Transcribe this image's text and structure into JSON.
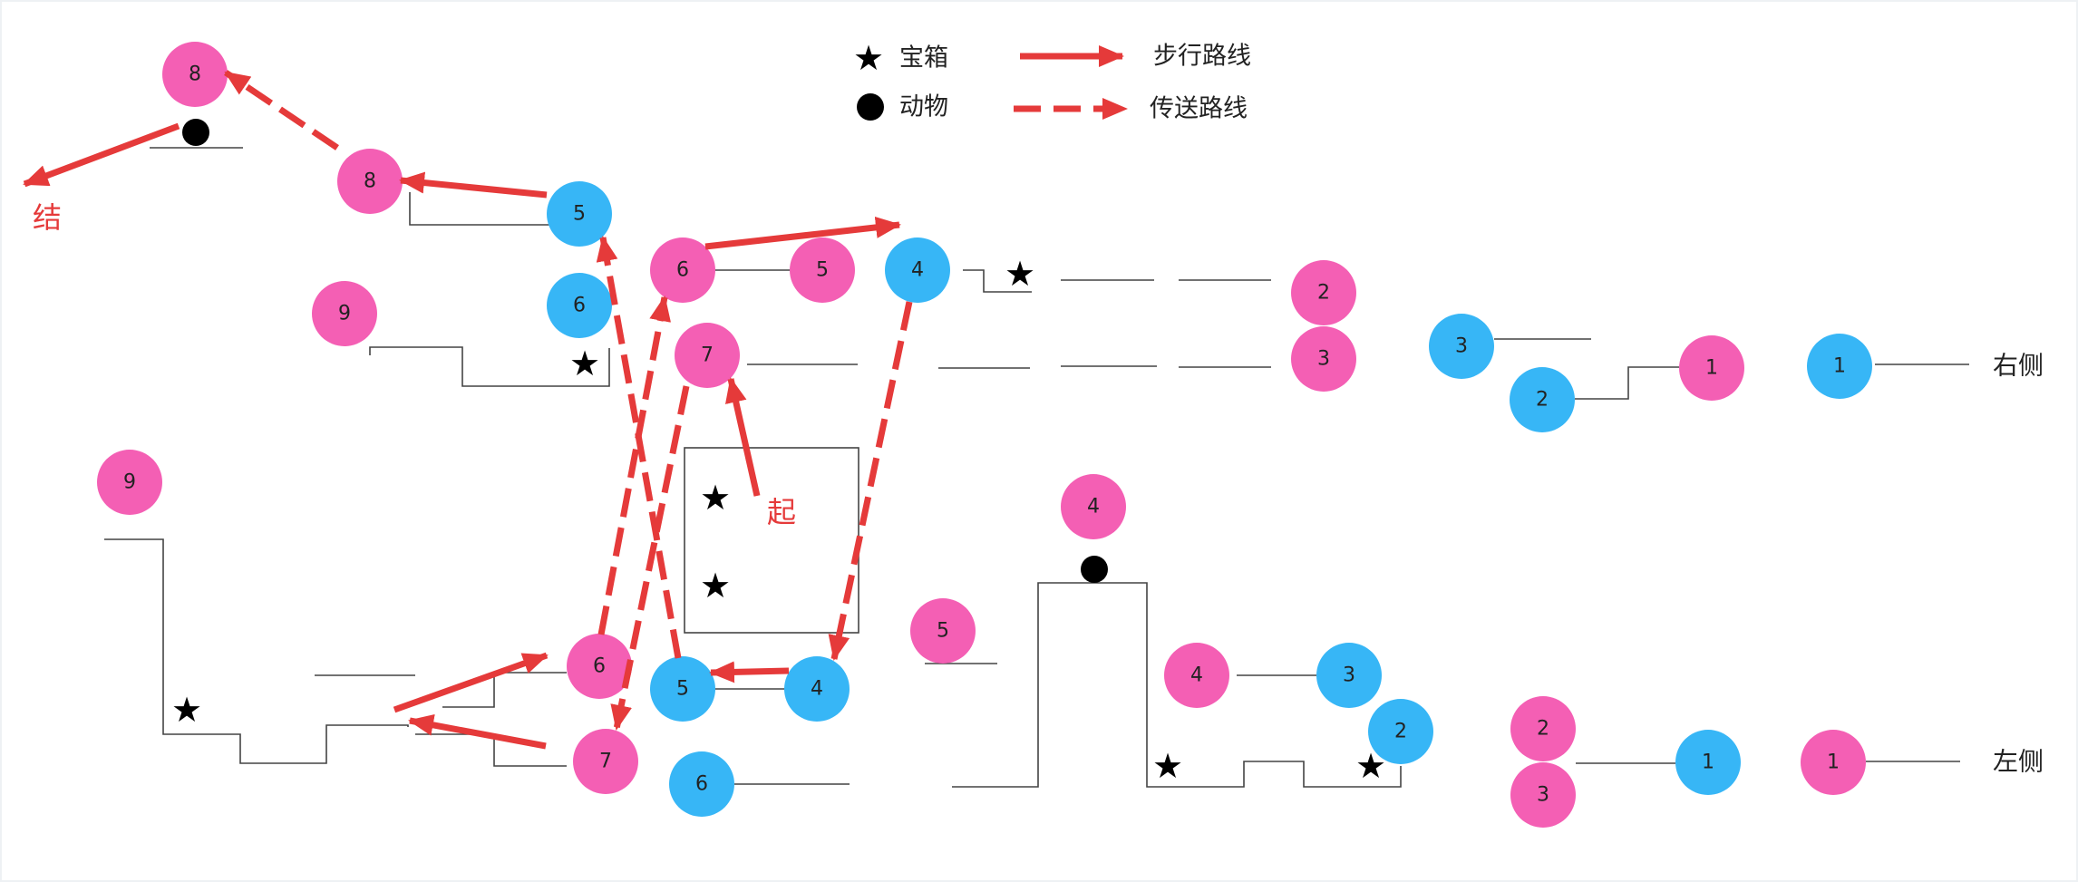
{
  "legend": {
    "chest_label": "宝箱",
    "animal_label": "动物",
    "walk_label": "步行路线",
    "teleport_label": "传送路线"
  },
  "labels": {
    "right_side": "右侧",
    "left_side": "左侧",
    "start": "起",
    "end": "结"
  },
  "colors": {
    "pink_node": "#f45fb4",
    "blue_node": "#37b6f6",
    "route": "#e53a3a",
    "marker": "#000000"
  },
  "icons": {
    "chest": "star-icon",
    "animal": "filled-circle-icon",
    "walk": "solid-arrow",
    "teleport": "dashed-arrow"
  },
  "nodes": {
    "top_8_upper": "8",
    "top_8_lower": "8",
    "top_5_blue": "5",
    "top_9_a": "9",
    "top_6_blue": "6",
    "top_6_pink": "6",
    "top_5_pink": "5",
    "top_4_blue": "4",
    "top_7_pink": "7",
    "right_2_pink": "2",
    "right_3_pink": "3",
    "right_3_blue": "3",
    "right_2_blue": "2",
    "right_1_pink": "1",
    "right_1_blue": "1",
    "left_9": "9",
    "mid_6_pink": "6",
    "mid_5_blue": "5",
    "mid_4_blue": "4",
    "mid_7_pink": "7",
    "mid_6_blue": "6",
    "mid_5_pink": "5",
    "mid_4_pink_upper": "4",
    "mid_4_pink_lower": "4",
    "mid_3_blue": "3",
    "mid_2_blue": "2",
    "left_2_pink": "2",
    "left_3_pink": "3",
    "left_1_blue": "1",
    "left_1_pink": "1"
  }
}
